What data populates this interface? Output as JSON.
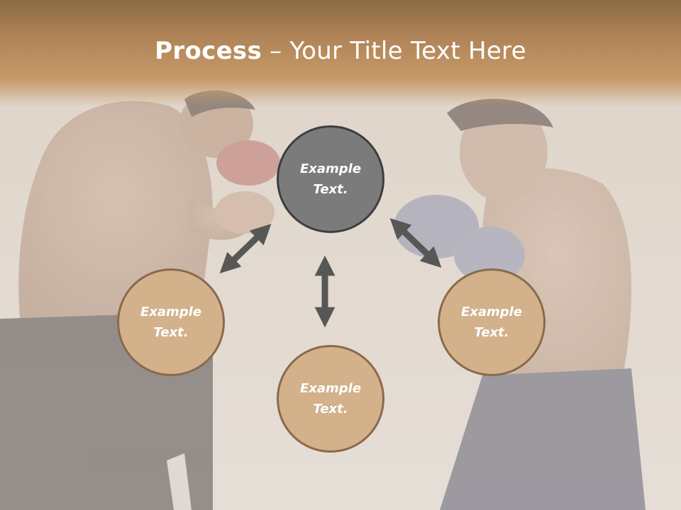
{
  "slide": {
    "title_bold": "Process",
    "title_rest": " – Your Title Text Here"
  },
  "nodes": {
    "top": "Example\nText.",
    "left": "Example\nText.",
    "right": "Example\nText.",
    "bottom": "Example\nText."
  },
  "colors": {
    "header": "#b08457",
    "node_tan": "#d2b18b",
    "node_gray": "#7b7b7b",
    "arrow": "#575757"
  },
  "background": {
    "icons": [
      "boxer-left-red-gloves",
      "boxer-right-blue-gloves"
    ]
  }
}
